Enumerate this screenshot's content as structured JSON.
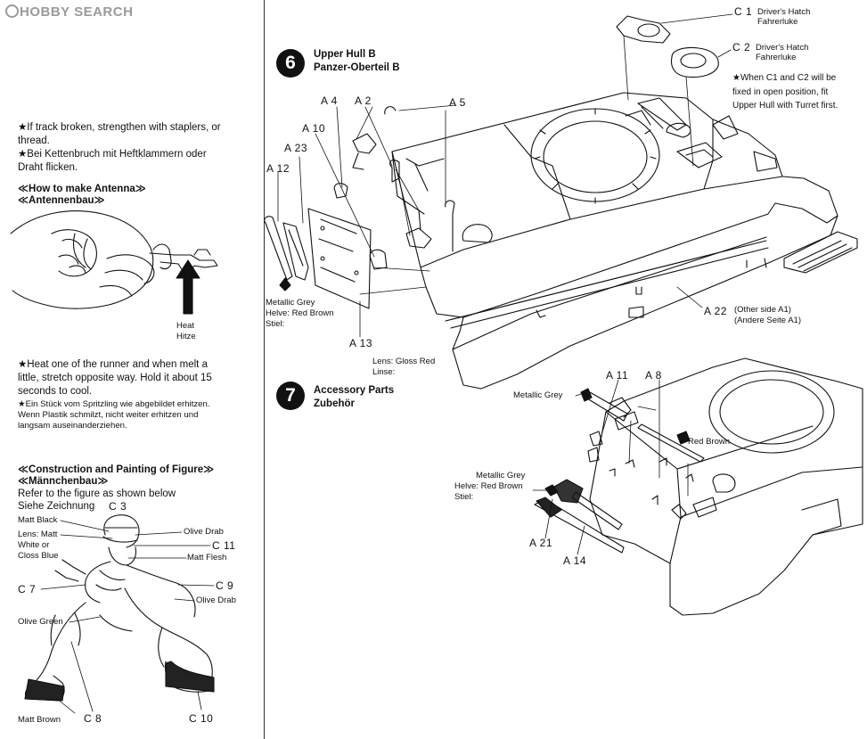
{
  "watermark": "HOBBY SEARCH",
  "left_column": {
    "track_note_en": "★If track broken, strengthen with staplers, or thread.",
    "track_note_de": "★Bei Kettenbruch mit Heftklammern oder Draht flicken.",
    "antenna_heading_en": "≪How to make Antenna≫",
    "antenna_heading_de": "≪Antennenbau≫",
    "heat_en": "Heat",
    "heat_de": "Hitze",
    "antenna_note_en": "★Heat one of the runner and when melt a little, stretch opposite way. Hold it about 15 seconds to cool.",
    "antenna_note_de": "★Ein Stück vom Spritzling wie abgebildet erhitzen. Wenn Plastik schmilzt, nicht weiter erhitzen und langsam auseinanderziehen.",
    "figure_heading_en": "≪Construction and Painting of Figure≫",
    "figure_heading_de": "≪Männchenbau≫",
    "figure_ref_en": "Refer to the figure as shown below",
    "figure_ref_de": "Siehe Zeichnung",
    "figure_labels": {
      "c3": "C 3",
      "matt_black": "Matt Black",
      "lens": "Lens: Matt",
      "white_or": "White or",
      "closs_blue": "Closs Blue",
      "olive_drab_1": "Olive Drab",
      "c11": "C 11",
      "matt_flesh": "Matt Flesh",
      "c7": "C 7",
      "c9": "C 9",
      "olive_drab_2": "Olive Drab",
      "olive_green": "Olive Green",
      "matt_brown": "Matt Brown",
      "c8": "C 8",
      "c10": "C 10"
    }
  },
  "step6": {
    "number": "6",
    "title_en": "Upper Hull B",
    "title_de": "Panzer-Oberteil B",
    "parts": {
      "a4": "A 4",
      "a2": "A 2",
      "a5": "A 5",
      "a10": "A 10",
      "a23": "A 23",
      "a12": "A 12",
      "a13": "A 13",
      "a22": "A 22"
    },
    "c1": "C 1",
    "c1_en": "Driver's Hatch",
    "c1_de": "Fahrerluke",
    "c2": "C 2",
    "c2_en": "Driver's Hatch",
    "c2_de": "Fahrerluke",
    "hatch_note": "★When C1 and C2 will be fixed in open position, fit Upper Hull with Turret first.",
    "metallic_grey": "Metallic Grey",
    "helve": "Helve: Red Brown",
    "stiel": "Stiel:",
    "lens": "Lens: Gloss Red",
    "linse": "Linse:",
    "a22_note_en": "(Other side A1)",
    "a22_note_de": "(Andere Seite A1)"
  },
  "step7": {
    "number": "7",
    "title_en": "Accessory Parts",
    "title_de": "Zubehör",
    "parts": {
      "a11": "A 11",
      "a8": "A 8",
      "a21": "A 21",
      "a14": "A 14"
    },
    "metallic_grey_1": "Metallic Grey",
    "red_brown": "Red Brown",
    "metallic_grey_2": "Metallic Grey",
    "helve": "Helve: Red Brown",
    "stiel": "Stiel:"
  }
}
